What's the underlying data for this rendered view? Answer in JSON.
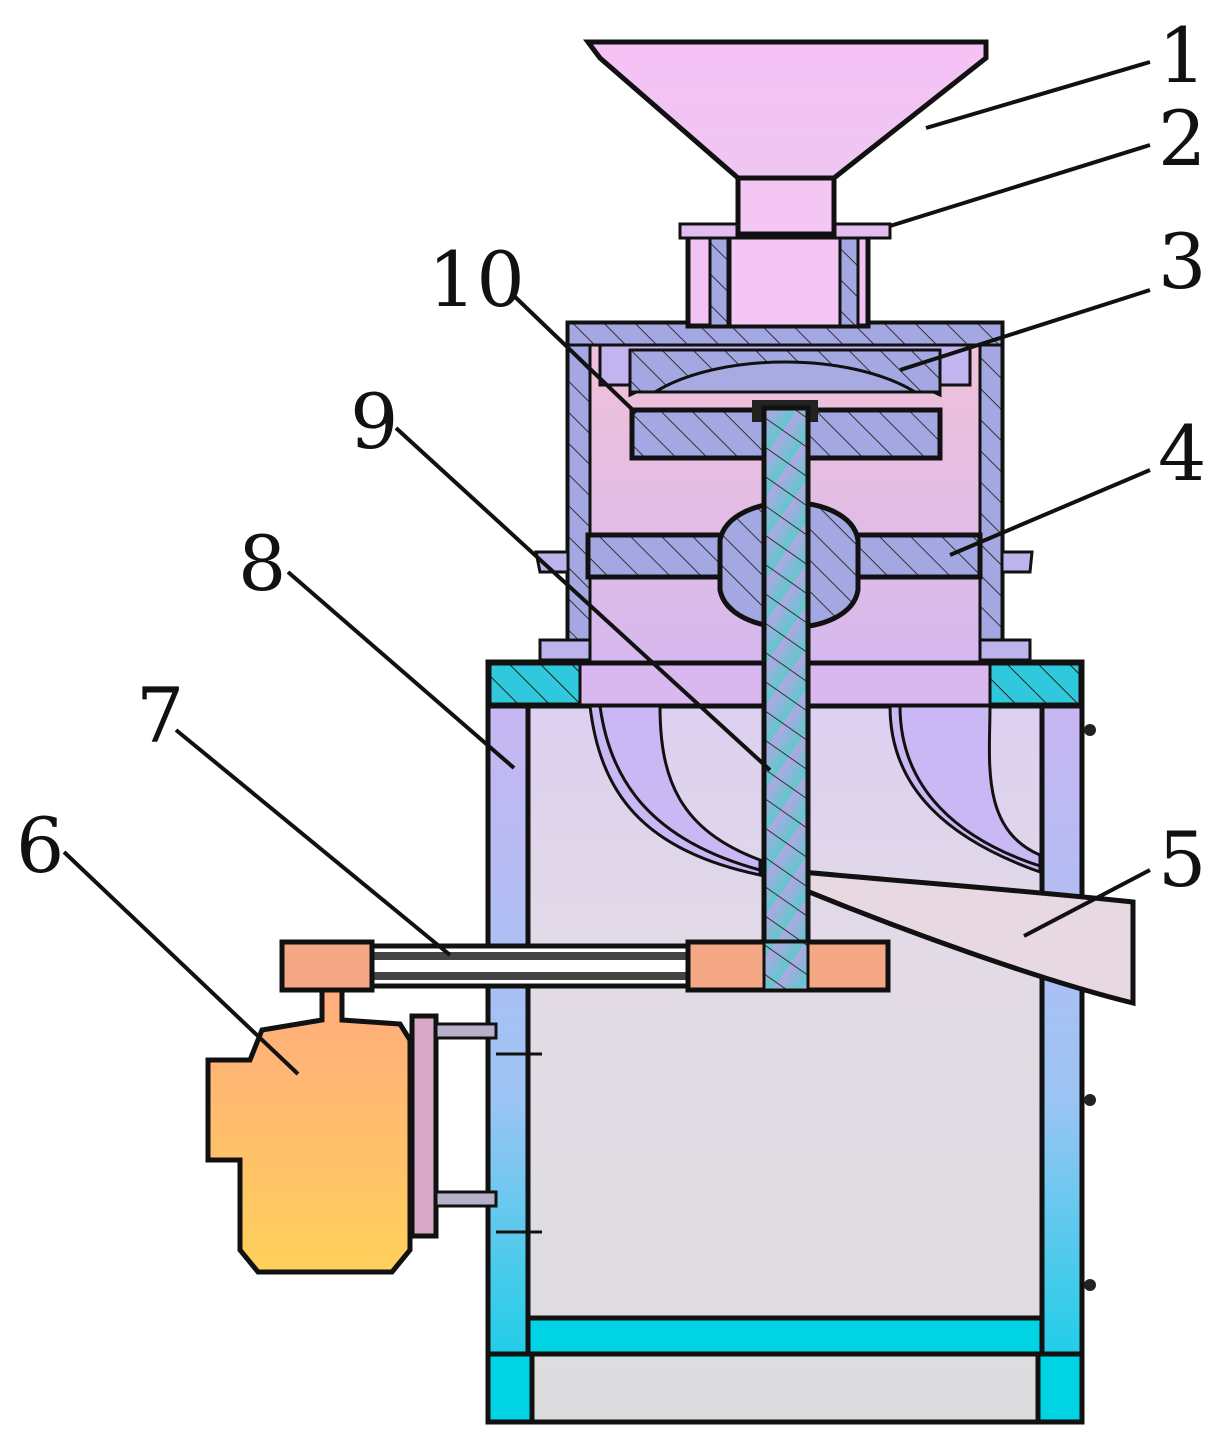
{
  "callouts": [
    {
      "id": "1",
      "label": "1"
    },
    {
      "id": "2",
      "label": "2"
    },
    {
      "id": "3",
      "label": "3"
    },
    {
      "id": "4",
      "label": "4"
    },
    {
      "id": "5",
      "label": "5"
    },
    {
      "id": "6",
      "label": "6"
    },
    {
      "id": "7",
      "label": "7"
    },
    {
      "id": "8",
      "label": "8"
    },
    {
      "id": "9",
      "label": "9"
    },
    {
      "id": "10",
      "label": "10"
    }
  ],
  "colors": {
    "hopper": "#f4c4f4",
    "housing_top": "#efc0df",
    "housing_mid": "#d9b6ee",
    "hatch": "#9fa8e0",
    "frame_blue": "#00cce6",
    "frame_lavender": "#c7b8f0",
    "chamber_fill": "#dcdbe0",
    "shaft": "#8fb6d8",
    "motor_top": "#ffb07a",
    "motor_bottom": "#ffd060",
    "pulley": "#f4a888",
    "belt": "#555566",
    "outlet": "#e8d8e2"
  }
}
